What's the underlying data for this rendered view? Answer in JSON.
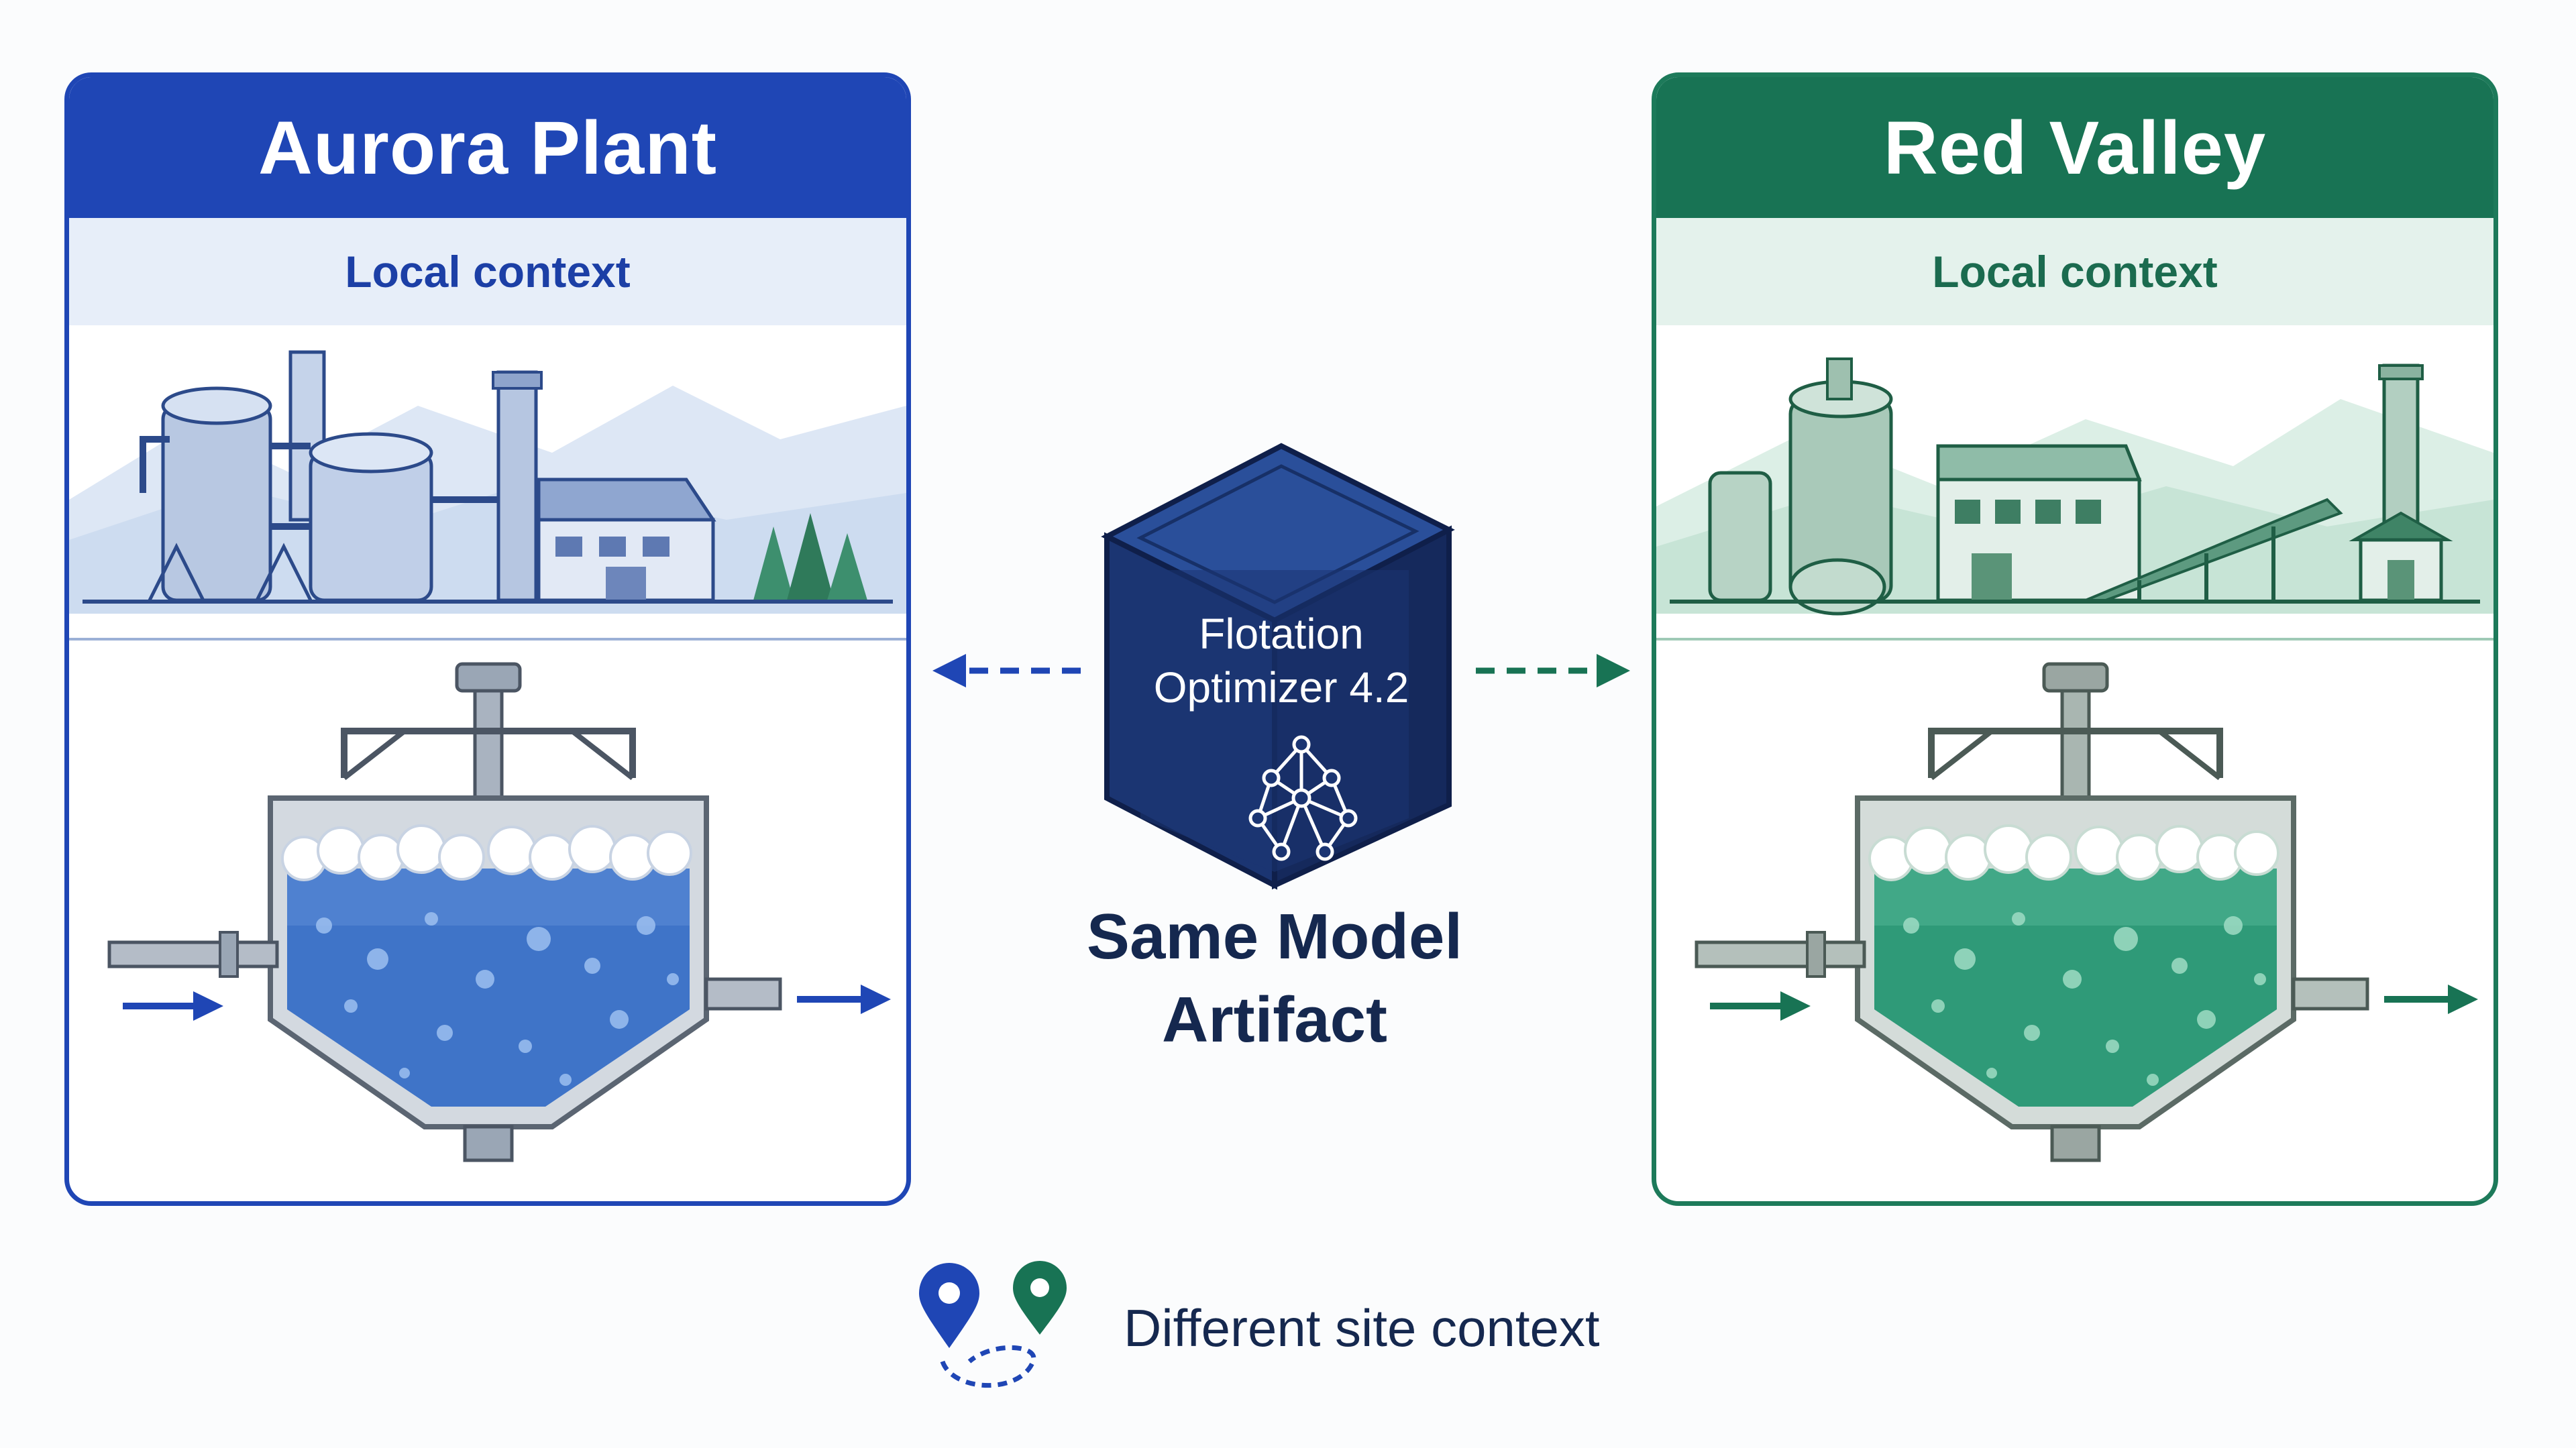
{
  "sites": {
    "left": {
      "name": "Aurora Plant",
      "context_label": "Local context",
      "theme_color": "#1f46b5"
    },
    "right": {
      "name": "Red Valley",
      "context_label": "Local context",
      "theme_color": "#187354"
    }
  },
  "artifact": {
    "name": "Flotation Optimizer 4.2",
    "caption": "Same Model Artifact",
    "box_color": "#1b3572",
    "icon": "neural-network-icon"
  },
  "legend": {
    "text": "Different site context",
    "icon": "location-pins-icon"
  },
  "colors": {
    "blue": "#1f46b5",
    "green": "#187354",
    "navy": "#15284f",
    "foam": "#ffffff"
  }
}
